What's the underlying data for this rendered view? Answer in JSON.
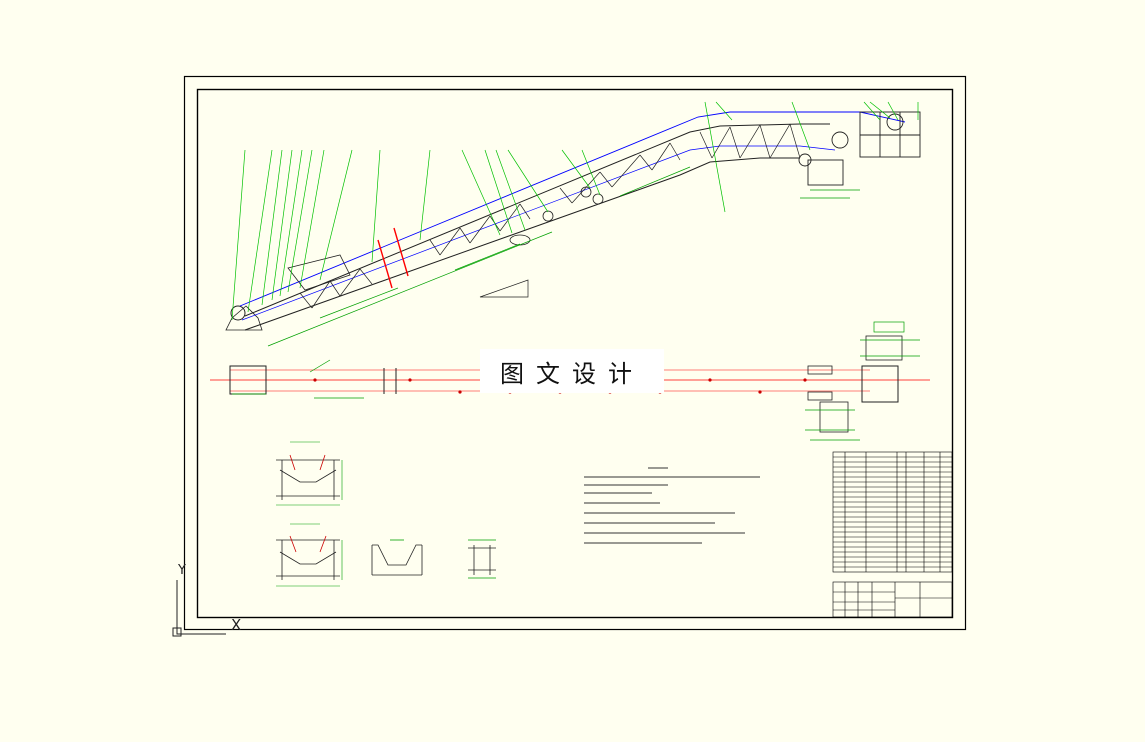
{
  "watermark": "图文设计",
  "ucs": {
    "x_label": "X",
    "y_label": "Y"
  },
  "colors": {
    "background": "#fffff0",
    "frame": "#000000",
    "structure": "#222222",
    "centerline": "#ff0000",
    "belt": "#0000ff",
    "dimension": "#00a000",
    "leader": "#00c000"
  },
  "drawing": {
    "views": [
      "side-elevation",
      "plan-view",
      "idler-sections",
      "technical-notes",
      "parts-list",
      "title-block"
    ]
  }
}
